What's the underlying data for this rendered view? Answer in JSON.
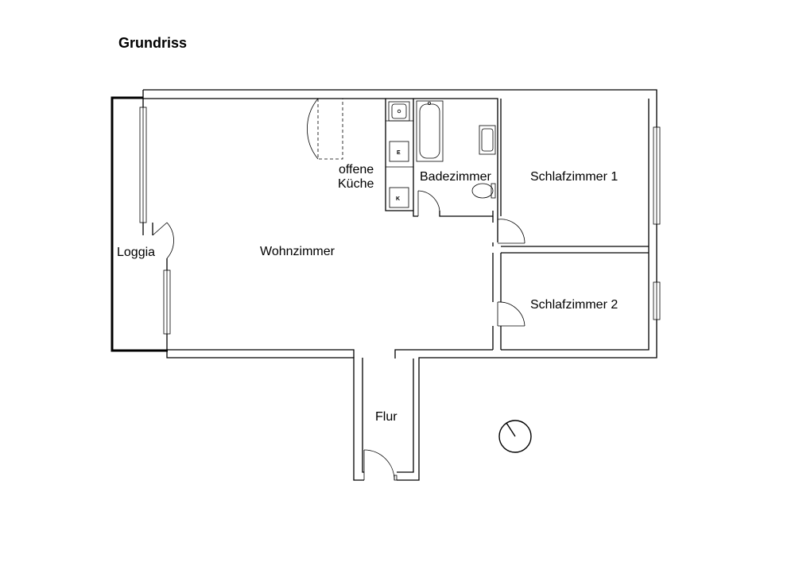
{
  "title": "Grundriss",
  "rooms": {
    "loggia": "Loggia",
    "living": "Wohnzimmer",
    "kitchen_line1": "offene",
    "kitchen_line2": "Küche",
    "bath": "Badezimmer",
    "bed1": "Schlafzimmer 1",
    "bed2": "Schlafzimmer 2",
    "hall": "Flur"
  },
  "appliances": {
    "stove": "E",
    "fridge": "K"
  },
  "icons": {
    "compass": "north-arrow-icon"
  },
  "colors": {
    "line": "#000000",
    "background": "#ffffff"
  }
}
